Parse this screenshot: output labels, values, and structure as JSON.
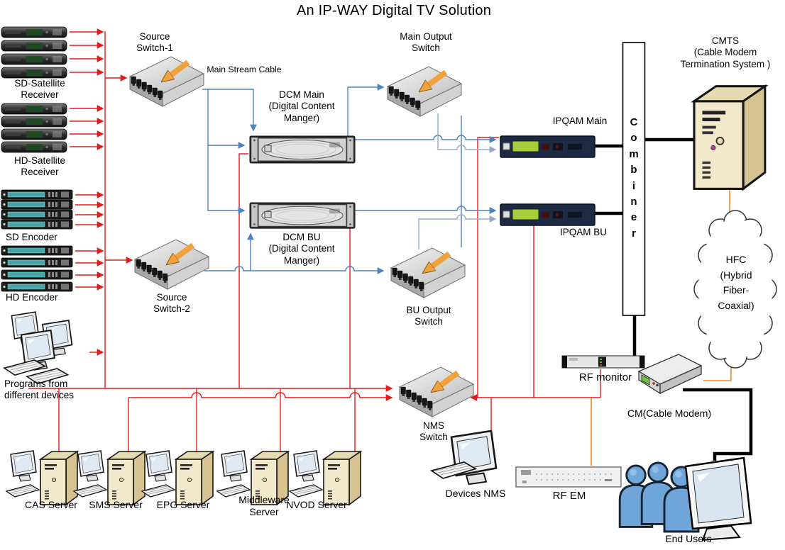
{
  "title": "An IP-WAY Digital TV Solution",
  "labels": {
    "source_switch_1": "Source\nSwitch-1",
    "main_stream_cable": "Main Stream Cable",
    "main_output_switch": "Main Output\nSwitch",
    "cmts": "CMTS\n(Cable Modem\nTermination System )",
    "sd_satellite_receiver": "SD-Satellite\nReceiver",
    "hd_satellite_receiver": "HD-Satellite\nReceiver",
    "dcm_main": "DCM Main\n(Digital Content\nManger)",
    "ipqam_main": "IPQAM Main",
    "combiner": "C\no\nm\nb\ni\nn\ne\nr",
    "sd_encoder": "SD Encoder",
    "hd_encoder": "HD Encoder",
    "dcm_bu": "DCM BU\n(Digital Content\nManger)",
    "ipqam_bu": "IPQAM BU",
    "hfc": "HFC\n(Hybrid\nFiber-\nCoaxial)",
    "source_switch_2": "Source\nSwitch-2",
    "bu_output_switch": "BU Output\nSwitch",
    "programs_from": "Programs from\ndifferent devices",
    "rf_monitor": "RF monitor",
    "cable_modem": "CM(Cable Modem)",
    "nms_switch": "NMS\nSwitch",
    "cas_server": "CAS Server",
    "sms_server": "SMS Server",
    "epg_server": "EPG Server",
    "middleware_server": "Middleware\nServer",
    "nvod_server": "NVOD Server",
    "devices_nms": "Devices NMS",
    "rf_em": "RF EM",
    "end_users": "End Users"
  },
  "colors": {
    "stream_line_red": "#e31c1c",
    "ip_line_blue": "#4f81bd",
    "ip_line_blue_alt": "#95a9cd",
    "rf_line_orange": "#f79646",
    "coax_line_black": "#000000",
    "switch_arrow_orange": "#f0a23c",
    "ipqam_lcd_green": "#a6ce39"
  }
}
